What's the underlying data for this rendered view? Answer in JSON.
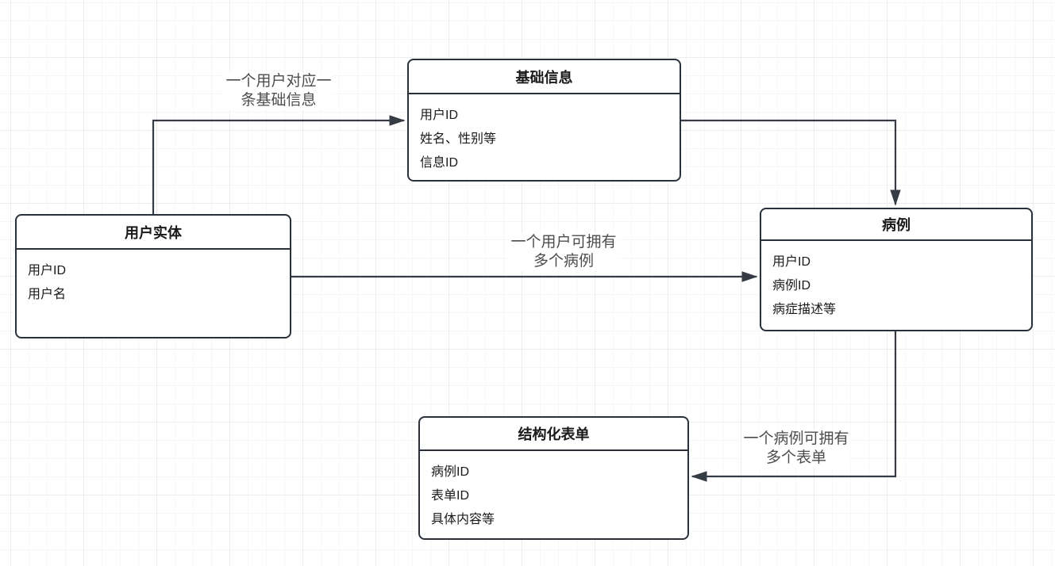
{
  "canvas": {
    "background": "#ffffff",
    "grid_minor_color": "#f6f6f6",
    "grid_major_color": "#ececec"
  },
  "colors": {
    "shape_border": "#2b313b",
    "shape_text": "#1a1a1a",
    "edge_line": "#363c45",
    "edge_label_text": "#4d4d4d"
  },
  "entities": [
    {
      "title": "基础信息",
      "fields": [
        "用户ID",
        "姓名、性别等",
        "信息ID"
      ]
    },
    {
      "title": "用户实体",
      "fields": [
        "用户ID",
        "用户名"
      ]
    },
    {
      "title": "病例",
      "fields": [
        "用户ID",
        "病例ID",
        "病症描述等"
      ]
    },
    {
      "title": "结构化表单",
      "fields": [
        "病例ID",
        "表单ID",
        "具体内容等"
      ]
    }
  ],
  "edges": [
    {
      "from": "用户实体",
      "to": "基础信息",
      "label": "一个用户对应一\n条基础信息"
    },
    {
      "from": "基础信息",
      "to": "病例",
      "label": ""
    },
    {
      "from": "用户实体",
      "to": "病例",
      "label": "一个用户可拥有\n多个病例"
    },
    {
      "from": "病例",
      "to": "结构化表单",
      "label": "一个病例可拥有\n多个表单"
    }
  ]
}
